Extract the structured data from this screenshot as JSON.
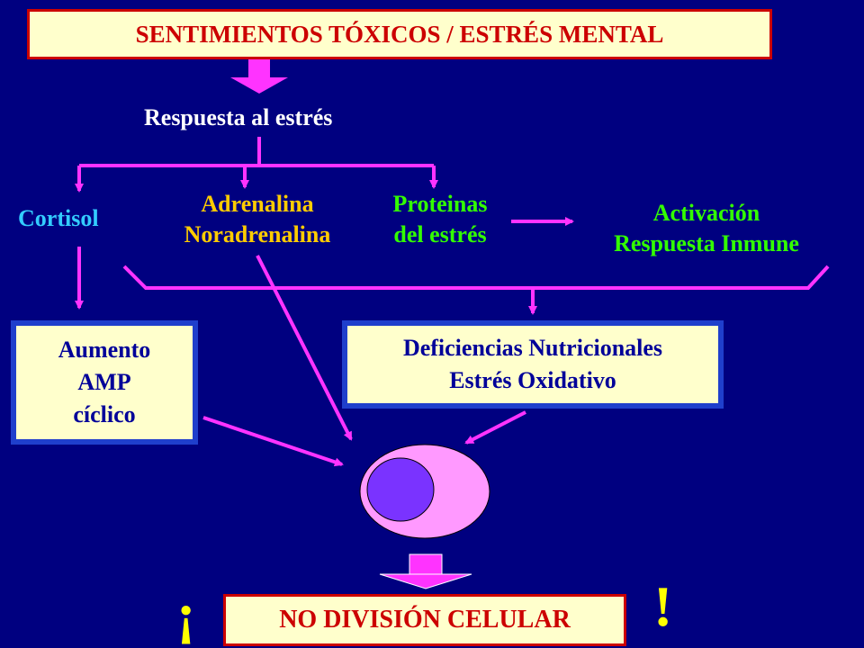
{
  "title": "SENTIMIENTOS TÓXICOS / ESTRÉS MENTAL",
  "stress_response": "Respuesta al estrés",
  "cortisol": "Cortisol",
  "adrenaline": [
    "Adrenalina",
    "Noradrenalina"
  ],
  "stress_proteins": [
    "Proteinas",
    "del estrés"
  ],
  "immune_activation": [
    "Activación",
    "Respuesta Inmune"
  ],
  "camp_box": [
    "Aumento",
    "AMP",
    "cíclico"
  ],
  "nutrition_box": [
    "Deficiencias Nutricionales",
    "Estrés Oxidativo"
  ],
  "result": "NO DIVISIÓN CELULAR",
  "exclaim_open": "¡",
  "exclaim_close": "!",
  "colors": {
    "background": "#000080",
    "arrow": "#FF33FF",
    "box_fill": "#FFFFCC",
    "title_red": "#CC0000",
    "box_blue_border": "#1F3FCC",
    "box_blue_text": "#000099",
    "stress_text": "#FFFFFF",
    "cortisol_text": "#33CCFF",
    "adrenaline_text": "#FFCC00",
    "proteins_text": "#33FF00",
    "immune_text": "#33FF00",
    "exclaim": "#FFFF00",
    "cell_body": "#FF99FF",
    "cell_nucleus": "#7A33FF"
  }
}
